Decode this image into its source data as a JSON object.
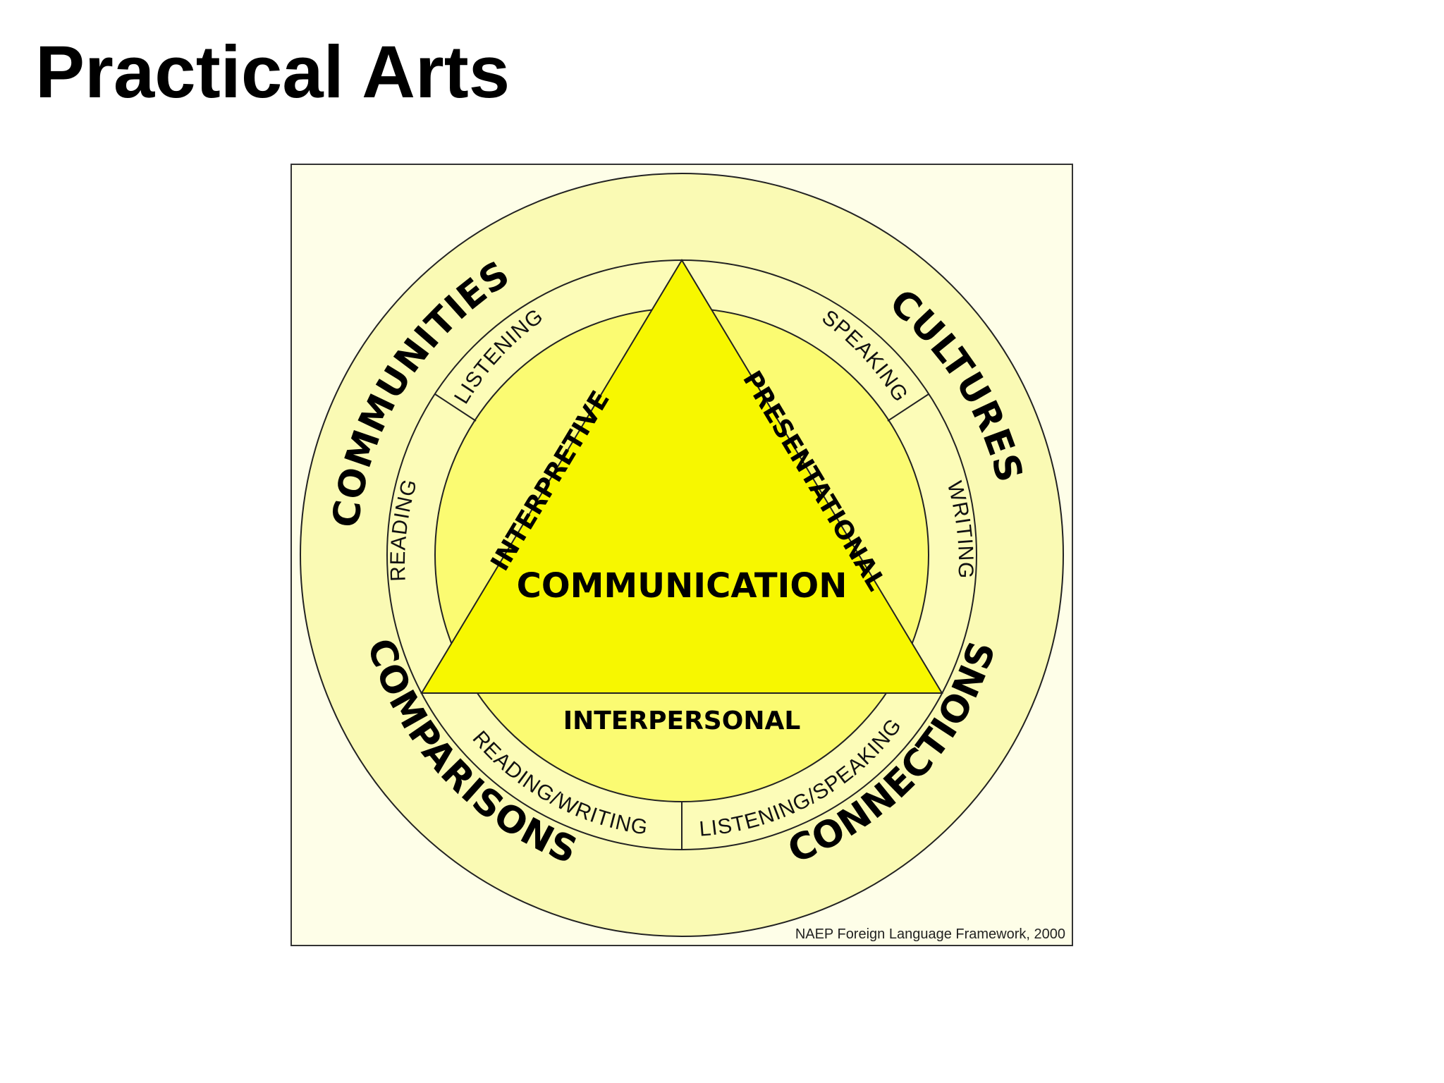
{
  "slide": {
    "title": "Practical Arts"
  },
  "diagram": {
    "outer_ring": {
      "top_left": "COMMUNITIES",
      "top_right": "CULTURES",
      "bottom_left": "COMPARISONS",
      "bottom_right": "CONNECTIONS"
    },
    "skills_ring": {
      "listening": "LISTENING",
      "speaking": "SPEAKING",
      "reading": "READING",
      "writing": "WRITING",
      "reading_writing": "READING/WRITING",
      "listening_speaking": "LISTENING/SPEAKING"
    },
    "modes": {
      "interpretive": "INTERPRETIVE",
      "presentational": "PRESENTATIONAL",
      "interpersonal": "INTERPERSONAL"
    },
    "center": "COMMUNICATION",
    "credit": "NAEP Foreign Language Framework, 2000",
    "colors": {
      "frame_background": "#fefee8",
      "outer_ring": "#fafab4",
      "skills_ring": "#fcfcb8",
      "modes_ring": "#fbfb72",
      "triangle": "#f7f700",
      "stroke": "#222222"
    }
  }
}
